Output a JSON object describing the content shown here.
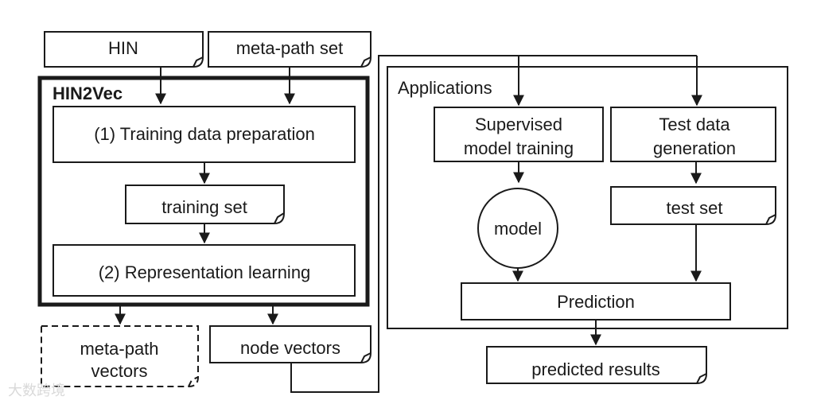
{
  "inputs": {
    "hin": "HIN",
    "meta_path_set": "meta-path set"
  },
  "hin2vec": {
    "title": "HIN2Vec",
    "step1": "(1) Training data preparation",
    "training_set": "training set",
    "step2": "(2) Representation learning"
  },
  "outputs": {
    "meta_path_vectors_line1": "meta-path",
    "meta_path_vectors_line2": "vectors",
    "node_vectors": "node vectors"
  },
  "applications": {
    "title": "Applications",
    "supervised_line1": "Supervised",
    "supervised_line2": "model training",
    "test_gen_line1": "Test data",
    "test_gen_line2": "generation",
    "model": "model",
    "test_set": "test set",
    "prediction": "Prediction",
    "predicted_results": "predicted results"
  },
  "watermark": "大数跨境"
}
